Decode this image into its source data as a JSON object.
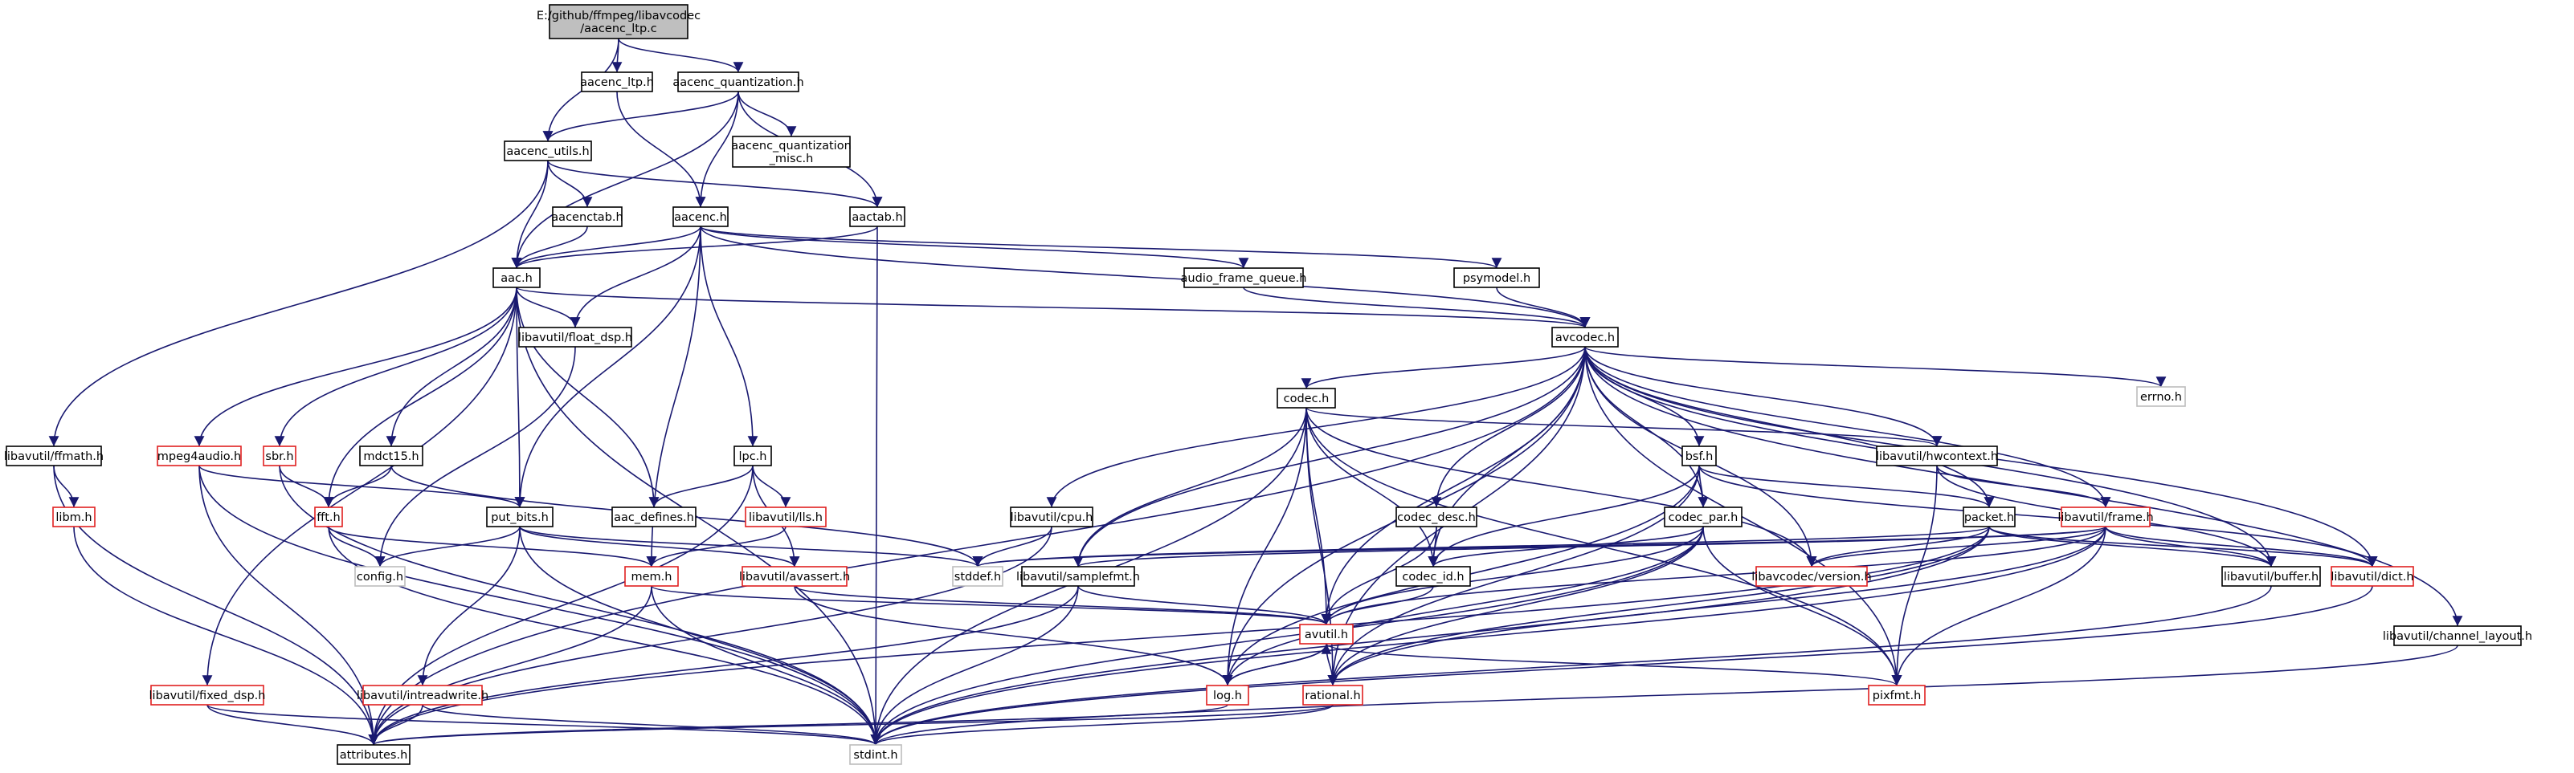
{
  "colors": {
    "edge": "#191970",
    "missing_border": "#e02020",
    "root_fill": "#bfbfbf",
    "faint_border": "#bdbdbd"
  },
  "nodes": [
    {
      "id": "root",
      "lines": [
        "E:/github/ffmpeg/libavcodec",
        "/aacenc_ltp.c"
      ],
      "style": "root"
    },
    {
      "id": "aacenc_ltp_h",
      "lines": [
        "aacenc_ltp.h"
      ],
      "style": "normal"
    },
    {
      "id": "aacenc_quant",
      "lines": [
        "aacenc_quantization.h"
      ],
      "style": "normal"
    },
    {
      "id": "aacenc_utils",
      "lines": [
        "aacenc_utils.h"
      ],
      "style": "normal"
    },
    {
      "id": "quant_misc",
      "lines": [
        "aacenc_quantization",
        "_misc.h"
      ],
      "style": "normal"
    },
    {
      "id": "aacenctab",
      "lines": [
        "aacenctab.h"
      ],
      "style": "normal"
    },
    {
      "id": "aacenc_h",
      "lines": [
        "aacenc.h"
      ],
      "style": "normal"
    },
    {
      "id": "aactab",
      "lines": [
        "aactab.h"
      ],
      "style": "normal"
    },
    {
      "id": "aac_h",
      "lines": [
        "aac.h"
      ],
      "style": "normal"
    },
    {
      "id": "audio_fq",
      "lines": [
        "audio_frame_queue.h"
      ],
      "style": "normal"
    },
    {
      "id": "psymodel",
      "lines": [
        "psymodel.h"
      ],
      "style": "normal"
    },
    {
      "id": "float_dsp",
      "lines": [
        "libavutil/float_dsp.h"
      ],
      "style": "normal"
    },
    {
      "id": "avcodec",
      "lines": [
        "avcodec.h"
      ],
      "style": "normal"
    },
    {
      "id": "errno",
      "lines": [
        "errno.h"
      ],
      "style": "faint"
    },
    {
      "id": "codec_h",
      "lines": [
        "codec.h"
      ],
      "style": "normal"
    },
    {
      "id": "ffmath",
      "lines": [
        "libavutil/ffmath.h"
      ],
      "style": "normal"
    },
    {
      "id": "mpeg4audio",
      "lines": [
        "mpeg4audio.h"
      ],
      "style": "missing"
    },
    {
      "id": "sbr",
      "lines": [
        "sbr.h"
      ],
      "style": "missing"
    },
    {
      "id": "mdct15",
      "lines": [
        "mdct15.h"
      ],
      "style": "normal"
    },
    {
      "id": "lpc",
      "lines": [
        "lpc.h"
      ],
      "style": "normal"
    },
    {
      "id": "bsf",
      "lines": [
        "bsf.h"
      ],
      "style": "normal"
    },
    {
      "id": "hwcontext",
      "lines": [
        "libavutil/hwcontext.h"
      ],
      "style": "normal"
    },
    {
      "id": "libm",
      "lines": [
        "libm.h"
      ],
      "style": "missing"
    },
    {
      "id": "fft",
      "lines": [
        "fft.h"
      ],
      "style": "missing"
    },
    {
      "id": "aac_defines",
      "lines": [
        "aac_defines.h"
      ],
      "style": "normal"
    },
    {
      "id": "lls",
      "lines": [
        "libavutil/lls.h"
      ],
      "style": "missing"
    },
    {
      "id": "cpu",
      "lines": [
        "libavutil/cpu.h"
      ],
      "style": "normal"
    },
    {
      "id": "codec_desc",
      "lines": [
        "codec_desc.h"
      ],
      "style": "normal"
    },
    {
      "id": "codec_par",
      "lines": [
        "codec_par.h"
      ],
      "style": "normal"
    },
    {
      "id": "packet",
      "lines": [
        "packet.h"
      ],
      "style": "normal"
    },
    {
      "id": "frame",
      "lines": [
        "libavutil/frame.h"
      ],
      "style": "missing"
    },
    {
      "id": "put_bits",
      "lines": [
        "put_bits.h"
      ],
      "style": "normal"
    },
    {
      "id": "config",
      "lines": [
        "config.h"
      ],
      "style": "faint"
    },
    {
      "id": "mem",
      "lines": [
        "mem.h"
      ],
      "style": "missing"
    },
    {
      "id": "avassert",
      "lines": [
        "libavutil/avassert.h"
      ],
      "style": "missing"
    },
    {
      "id": "stddef",
      "lines": [
        "stddef.h"
      ],
      "style": "faint"
    },
    {
      "id": "samplefmt",
      "lines": [
        "libavutil/samplefmt.h"
      ],
      "style": "normal"
    },
    {
      "id": "codec_id",
      "lines": [
        "codec_id.h"
      ],
      "style": "normal"
    },
    {
      "id": "version",
      "lines": [
        "libavcodec/version.h"
      ],
      "style": "missing"
    },
    {
      "id": "buffer",
      "lines": [
        "libavutil/buffer.h"
      ],
      "style": "normal"
    },
    {
      "id": "dict",
      "lines": [
        "libavutil/dict.h"
      ],
      "style": "missing"
    },
    {
      "id": "avutil",
      "lines": [
        "avutil.h"
      ],
      "style": "missing"
    },
    {
      "id": "channel_layout",
      "lines": [
        "libavutil/channel_layout.h"
      ],
      "style": "normal"
    },
    {
      "id": "fixed_dsp",
      "lines": [
        "libavutil/fixed_dsp.h"
      ],
      "style": "missing"
    },
    {
      "id": "intreadwrite",
      "lines": [
        "libavutil/intreadwrite.h"
      ],
      "style": "missing"
    },
    {
      "id": "log",
      "lines": [
        "log.h"
      ],
      "style": "missing"
    },
    {
      "id": "rational",
      "lines": [
        "rational.h"
      ],
      "style": "missing"
    },
    {
      "id": "pixfmt",
      "lines": [
        "pixfmt.h"
      ],
      "style": "missing"
    },
    {
      "id": "attributes",
      "lines": [
        "attributes.h"
      ],
      "style": "normal"
    },
    {
      "id": "stdint",
      "lines": [
        "stdint.h"
      ],
      "style": "faint"
    }
  ],
  "edges": [
    [
      "root",
      "aacenc_ltp_h"
    ],
    [
      "root",
      "aacenc_quant"
    ],
    [
      "root",
      "aacenc_utils"
    ],
    [
      "aacenc_ltp_h",
      "aacenc_h"
    ],
    [
      "aacenc_quant",
      "aacenc_utils"
    ],
    [
      "aacenc_quant",
      "quant_misc"
    ],
    [
      "aacenc_quant",
      "aacenc_h"
    ],
    [
      "aacenc_quant",
      "aactab"
    ],
    [
      "aacenc_quant",
      "aac_h"
    ],
    [
      "aacenc_utils",
      "aacenctab"
    ],
    [
      "aacenc_utils",
      "aac_h"
    ],
    [
      "aacenc_utils",
      "aactab"
    ],
    [
      "aacenc_utils",
      "ffmath"
    ],
    [
      "aacenctab",
      "aac_h"
    ],
    [
      "aactab",
      "aac_h"
    ],
    [
      "aactab",
      "stdint"
    ],
    [
      "aacenc_h",
      "aac_h"
    ],
    [
      "aacenc_h",
      "audio_fq"
    ],
    [
      "aacenc_h",
      "psymodel"
    ],
    [
      "aacenc_h",
      "avcodec"
    ],
    [
      "aacenc_h",
      "float_dsp"
    ],
    [
      "aacenc_h",
      "put_bits"
    ],
    [
      "aacenc_h",
      "lpc"
    ],
    [
      "aacenc_h",
      "mem"
    ],
    [
      "audio_fq",
      "avcodec"
    ],
    [
      "psymodel",
      "avcodec"
    ],
    [
      "aac_h",
      "avcodec"
    ],
    [
      "aac_h",
      "float_dsp"
    ],
    [
      "aac_h",
      "mpeg4audio"
    ],
    [
      "aac_h",
      "sbr"
    ],
    [
      "aac_h",
      "mdct15"
    ],
    [
      "aac_h",
      "fft"
    ],
    [
      "aac_h",
      "aac_defines"
    ],
    [
      "aac_h",
      "fixed_dsp"
    ],
    [
      "aac_h",
      "stdint"
    ],
    [
      "aac_h",
      "put_bits"
    ],
    [
      "float_dsp",
      "config"
    ],
    [
      "avcodec",
      "errno"
    ],
    [
      "avcodec",
      "codec_h"
    ],
    [
      "avcodec",
      "bsf"
    ],
    [
      "avcodec",
      "hwcontext"
    ],
    [
      "avcodec",
      "cpu"
    ],
    [
      "avcodec",
      "codec_desc"
    ],
    [
      "avcodec",
      "codec_par"
    ],
    [
      "avcodec",
      "packet"
    ],
    [
      "avcodec",
      "frame"
    ],
    [
      "avcodec",
      "samplefmt"
    ],
    [
      "avcodec",
      "codec_id"
    ],
    [
      "avcodec",
      "version"
    ],
    [
      "avcodec",
      "buffer"
    ],
    [
      "avcodec",
      "dict"
    ],
    [
      "avcodec",
      "avutil"
    ],
    [
      "avcodec",
      "channel_layout"
    ],
    [
      "avcodec",
      "log"
    ],
    [
      "avcodec",
      "rational"
    ],
    [
      "avcodec",
      "pixfmt"
    ],
    [
      "avcodec",
      "attributes"
    ],
    [
      "codec_h",
      "hwcontext"
    ],
    [
      "codec_h",
      "samplefmt"
    ],
    [
      "codec_h",
      "codec_id"
    ],
    [
      "codec_h",
      "version"
    ],
    [
      "codec_h",
      "avutil"
    ],
    [
      "codec_h",
      "log"
    ],
    [
      "codec_h",
      "rational"
    ],
    [
      "codec_h",
      "pixfmt"
    ],
    [
      "codec_h",
      "stdint"
    ],
    [
      "ffmath",
      "libm"
    ],
    [
      "ffmath",
      "attributes"
    ],
    [
      "mpeg4audio",
      "put_bits"
    ],
    [
      "mpeg4audio",
      "attributes"
    ],
    [
      "mpeg4audio",
      "stdint"
    ],
    [
      "sbr",
      "fft"
    ],
    [
      "sbr",
      "stdint"
    ],
    [
      "mdct15",
      "fft"
    ],
    [
      "mdct15",
      "stddef"
    ],
    [
      "lpc",
      "aac_defines"
    ],
    [
      "lpc",
      "lls"
    ],
    [
      "lpc",
      "avassert"
    ],
    [
      "lpc",
      "attributes"
    ],
    [
      "bsf",
      "codec_id"
    ],
    [
      "bsf",
      "codec_par"
    ],
    [
      "bsf",
      "packet"
    ],
    [
      "bsf",
      "dict"
    ],
    [
      "bsf",
      "log"
    ],
    [
      "bsf",
      "rational"
    ],
    [
      "hwcontext",
      "buffer"
    ],
    [
      "hwcontext",
      "frame"
    ],
    [
      "hwcontext",
      "pixfmt"
    ],
    [
      "libm",
      "attributes"
    ],
    [
      "fft",
      "config"
    ],
    [
      "fft",
      "mem"
    ],
    [
      "fft",
      "stdint"
    ],
    [
      "lls",
      "mem"
    ],
    [
      "cpu",
      "stddef"
    ],
    [
      "cpu",
      "attributes"
    ],
    [
      "codec_desc",
      "codec_id"
    ],
    [
      "codec_desc",
      "avutil"
    ],
    [
      "codec_par",
      "codec_id"
    ],
    [
      "codec_par",
      "avutil"
    ],
    [
      "codec_par",
      "rational"
    ],
    [
      "codec_par",
      "pixfmt"
    ],
    [
      "codec_par",
      "stdint"
    ],
    [
      "codec_par",
      "log"
    ],
    [
      "packet",
      "stddef"
    ],
    [
      "packet",
      "buffer"
    ],
    [
      "packet",
      "dict"
    ],
    [
      "packet",
      "version"
    ],
    [
      "packet",
      "rational"
    ],
    [
      "packet",
      "attributes"
    ],
    [
      "packet",
      "stdint"
    ],
    [
      "frame",
      "stddef"
    ],
    [
      "frame",
      "avutil"
    ],
    [
      "frame",
      "buffer"
    ],
    [
      "frame",
      "dict"
    ],
    [
      "frame",
      "rational"
    ],
    [
      "frame",
      "samplefmt"
    ],
    [
      "frame",
      "pixfmt"
    ],
    [
      "frame",
      "version"
    ],
    [
      "frame",
      "stdint"
    ],
    [
      "put_bits",
      "config"
    ],
    [
      "put_bits",
      "stddef"
    ],
    [
      "put_bits",
      "stdint"
    ],
    [
      "put_bits",
      "avassert"
    ],
    [
      "put_bits",
      "intreadwrite"
    ],
    [
      "mem",
      "avutil"
    ],
    [
      "mem",
      "attributes"
    ],
    [
      "mem",
      "stdint"
    ],
    [
      "avassert",
      "avutil"
    ],
    [
      "avassert",
      "log"
    ],
    [
      "samplefmt",
      "avutil"
    ],
    [
      "samplefmt",
      "attributes"
    ],
    [
      "samplefmt",
      "stdint"
    ],
    [
      "codec_id",
      "avutil"
    ],
    [
      "buffer",
      "stdint"
    ],
    [
      "dict",
      "stdint"
    ],
    [
      "avutil",
      "log"
    ],
    [
      "avutil",
      "rational"
    ],
    [
      "avutil",
      "pixfmt"
    ],
    [
      "channel_layout",
      "stdint"
    ],
    [
      "fixed_dsp",
      "attributes"
    ],
    [
      "fixed_dsp",
      "stdint"
    ],
    [
      "intreadwrite",
      "attributes"
    ],
    [
      "intreadwrite",
      "stdint"
    ],
    [
      "log",
      "avutil"
    ],
    [
      "log",
      "attributes"
    ],
    [
      "rational",
      "attributes"
    ],
    [
      "rational",
      "stdint"
    ]
  ]
}
